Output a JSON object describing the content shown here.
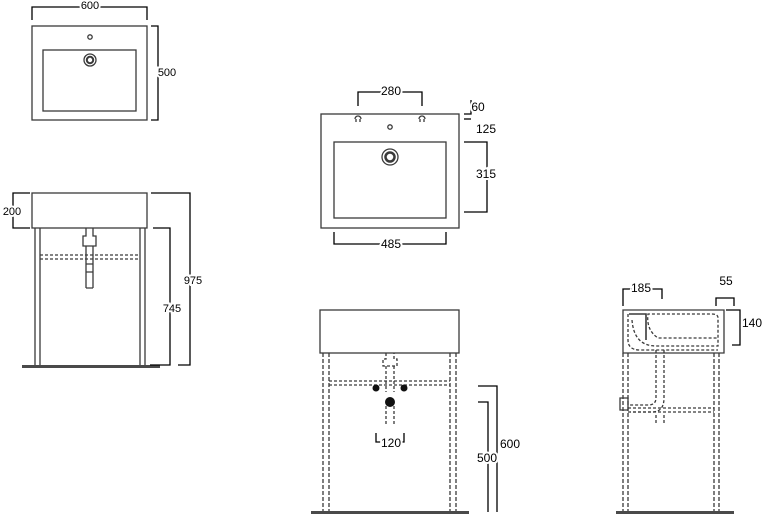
{
  "dimensions": {
    "top_view_small": {
      "width": "600",
      "depth": "500"
    },
    "front_view_small": {
      "basin_height": "200",
      "overall_height": "975",
      "leg_height": "745"
    },
    "top_view_large": {
      "tap_spacing": "280",
      "tap_offset": "60",
      "rim_to_bowl": "125",
      "bowl_depth": "315",
      "bowl_width": "485"
    },
    "front_view_large": {
      "drain_spacing": "120",
      "floor_to_bar": "500",
      "floor_to_basin": "600"
    },
    "side_view": {
      "depth_top": "185",
      "rim_width": "55",
      "bowl_height": "140"
    }
  },
  "colors": {
    "line": "#3a3a3a",
    "dim_line": "#000000",
    "fill": "#ffffff",
    "floor": "#4a4a4a"
  }
}
